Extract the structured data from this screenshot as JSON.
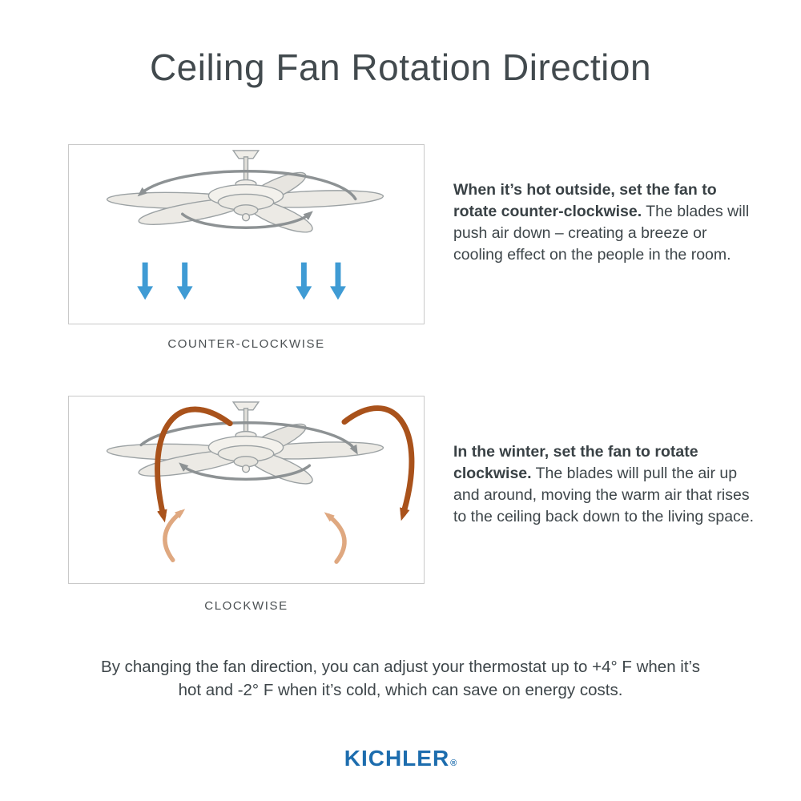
{
  "title": "Ceiling Fan Rotation Direction",
  "sections": [
    {
      "label": "COUNTER-CLOCKWISE",
      "lead": "When it’s hot outside, set the fan to rotate counter-clockwise.",
      "body": "The blades will push air down – creating a breeze or cooling effect on the people in the room."
    },
    {
      "label": "CLOCKWISE",
      "lead": "In the winter, set the fan to rotate clockwise.",
      "body": "The blades will pull the air up and around, moving the warm air that rises to the ceiling back down to the living space."
    }
  ],
  "footer": {
    "note": "By changing the fan direction, you can adjust your thermostat up to +4° F when it’s hot and -2° F when it’s cold, which can save on energy costs.",
    "brand": "KICHLER",
    "registered_mark": "®"
  },
  "colors": {
    "text": "#3e464a",
    "brand_blue": "#1d6dae",
    "cool_air_blue": "#3f9bd4",
    "warm_air_dark": "#a9521b",
    "warm_air_light": "#dfa880",
    "rotation_arrow_gray": "#8d9294",
    "box_border": "#c9c9c9"
  },
  "icons": {
    "fan": "ceiling-fan-illustration",
    "rotation": "rotation-arrow-icon",
    "cool_air": "airflow-down-arrow-icon",
    "warm_air": "airflow-up-arrow-icon"
  }
}
